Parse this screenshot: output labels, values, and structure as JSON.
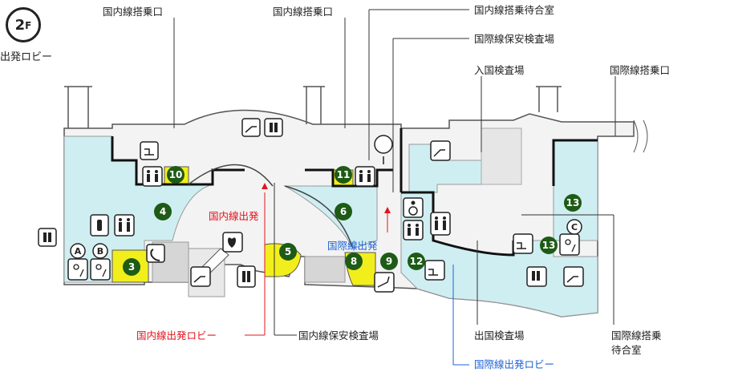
{
  "floor": {
    "level": "2",
    "unit": "F",
    "name": "出発ロビー"
  },
  "labels": {
    "domestic_boarding": "国内線搭乗口",
    "domestic_boarding_2": "国内線搭乗口",
    "domestic_waiting": "国内線搭乗待合室",
    "intl_security": "国際線保安検査場",
    "immigration_in": "入国検査場",
    "intl_boarding": "国際線搭乗口",
    "domestic_departure": "国内線出発",
    "intl_departure": "国際線出発",
    "domestic_lobby": "国内線出発ロビー",
    "domestic_security": "国内線保安検査場",
    "immigration_out": "出国検査場",
    "intl_waiting_1": "国際線搭乗",
    "intl_waiting_2": "待合室",
    "intl_lobby": "国際線出発ロビー"
  },
  "markers": [
    "3",
    "4",
    "5",
    "6",
    "8",
    "9",
    "10",
    "11",
    "12",
    "13",
    "13"
  ],
  "circle_letters": [
    "A",
    "B",
    "C"
  ],
  "colors": {
    "green": "#1e5b16",
    "yellow": "#f2ee1c",
    "cyan": "#cfeef2",
    "red": "#e0141c",
    "blue": "#1e63d6"
  },
  "icons": [
    "escalator-icon",
    "elevator-icon",
    "toilet-icon",
    "wheelchair-icon",
    "nursing-room-icon",
    "phone-icon",
    "aed-icon",
    "counter-icon",
    "locker-icon"
  ]
}
